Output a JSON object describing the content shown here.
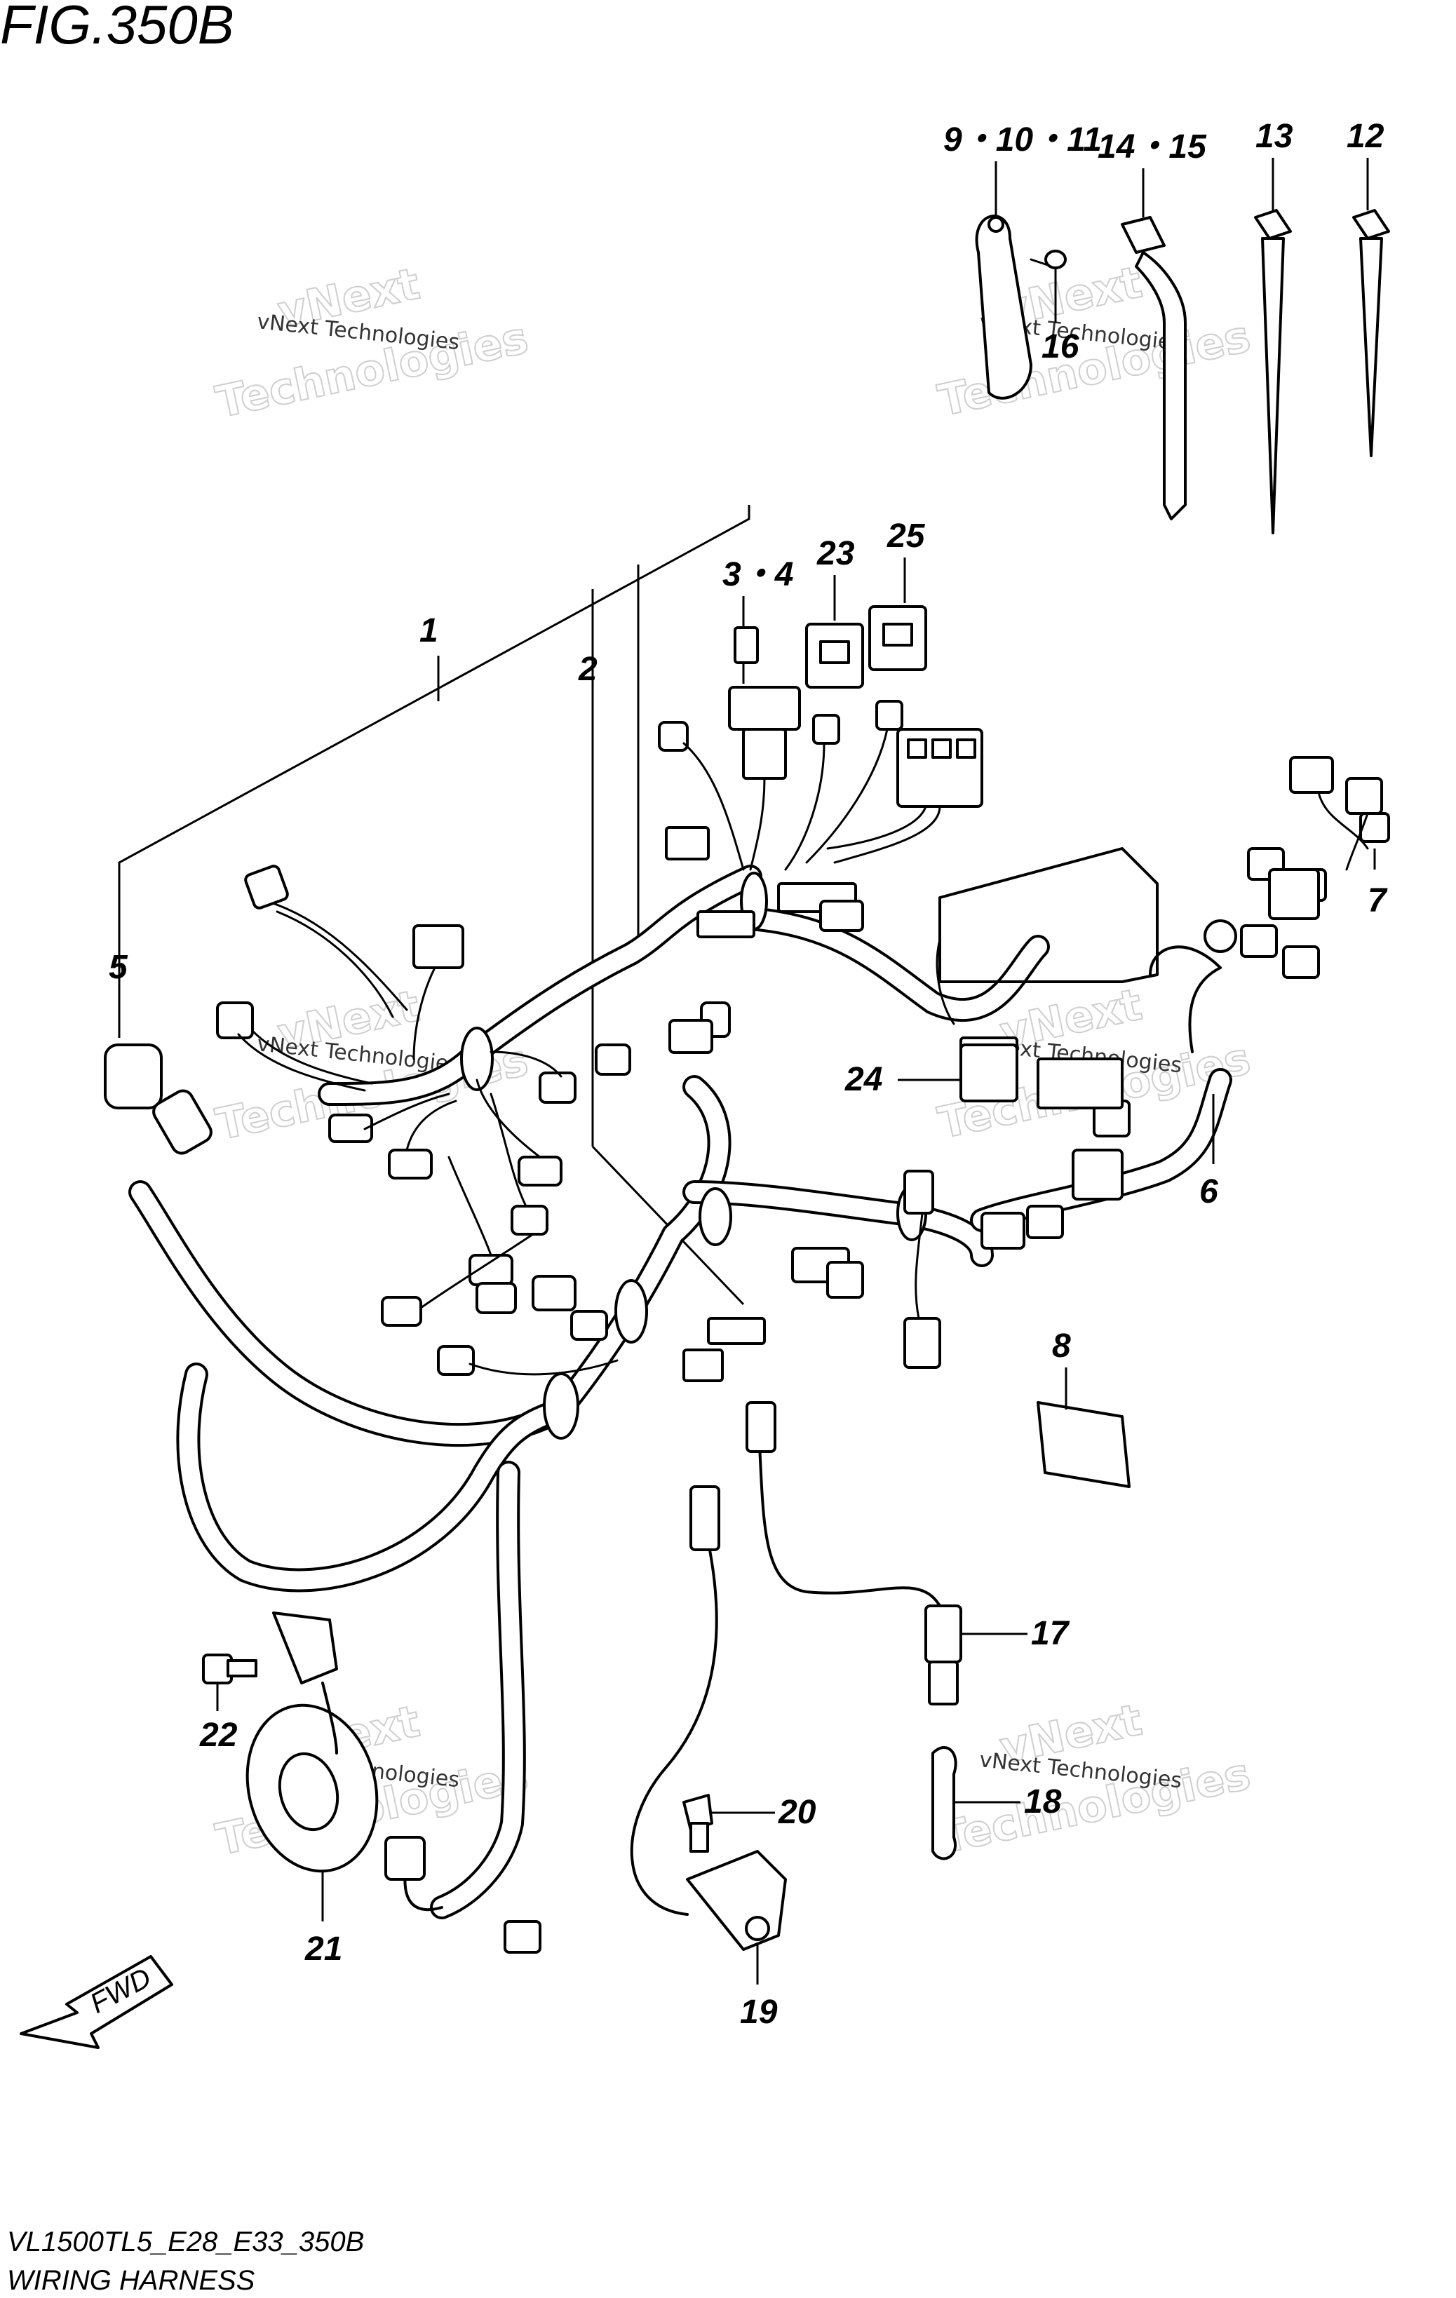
{
  "figure": {
    "title": "FIG.350B",
    "model_code": "VL1500TL5_E28_E33_350B",
    "section_name": "WIRING HARNESS",
    "fwd_label": "FWD"
  },
  "watermark": {
    "line1": "vNext Technologies",
    "line2": "vNext",
    "line3": "Technologies"
  },
  "callouts": [
    {
      "id": "c1",
      "label": "1"
    },
    {
      "id": "c2",
      "label": "2"
    },
    {
      "id": "c3",
      "label": "3・4"
    },
    {
      "id": "c5",
      "label": "5"
    },
    {
      "id": "c6",
      "label": "6"
    },
    {
      "id": "c7",
      "label": "7"
    },
    {
      "id": "c8",
      "label": "8"
    },
    {
      "id": "c9",
      "label": "9・10・11"
    },
    {
      "id": "c12",
      "label": "12"
    },
    {
      "id": "c13",
      "label": "13"
    },
    {
      "id": "c14",
      "label": "14・15"
    },
    {
      "id": "c16",
      "label": "16"
    },
    {
      "id": "c17",
      "label": "17"
    },
    {
      "id": "c18",
      "label": "18"
    },
    {
      "id": "c19",
      "label": "19"
    },
    {
      "id": "c20",
      "label": "20"
    },
    {
      "id": "c21",
      "label": "21"
    },
    {
      "id": "c22",
      "label": "22"
    },
    {
      "id": "c23",
      "label": "23"
    },
    {
      "id": "c24",
      "label": "24"
    },
    {
      "id": "c25",
      "label": "25"
    }
  ]
}
